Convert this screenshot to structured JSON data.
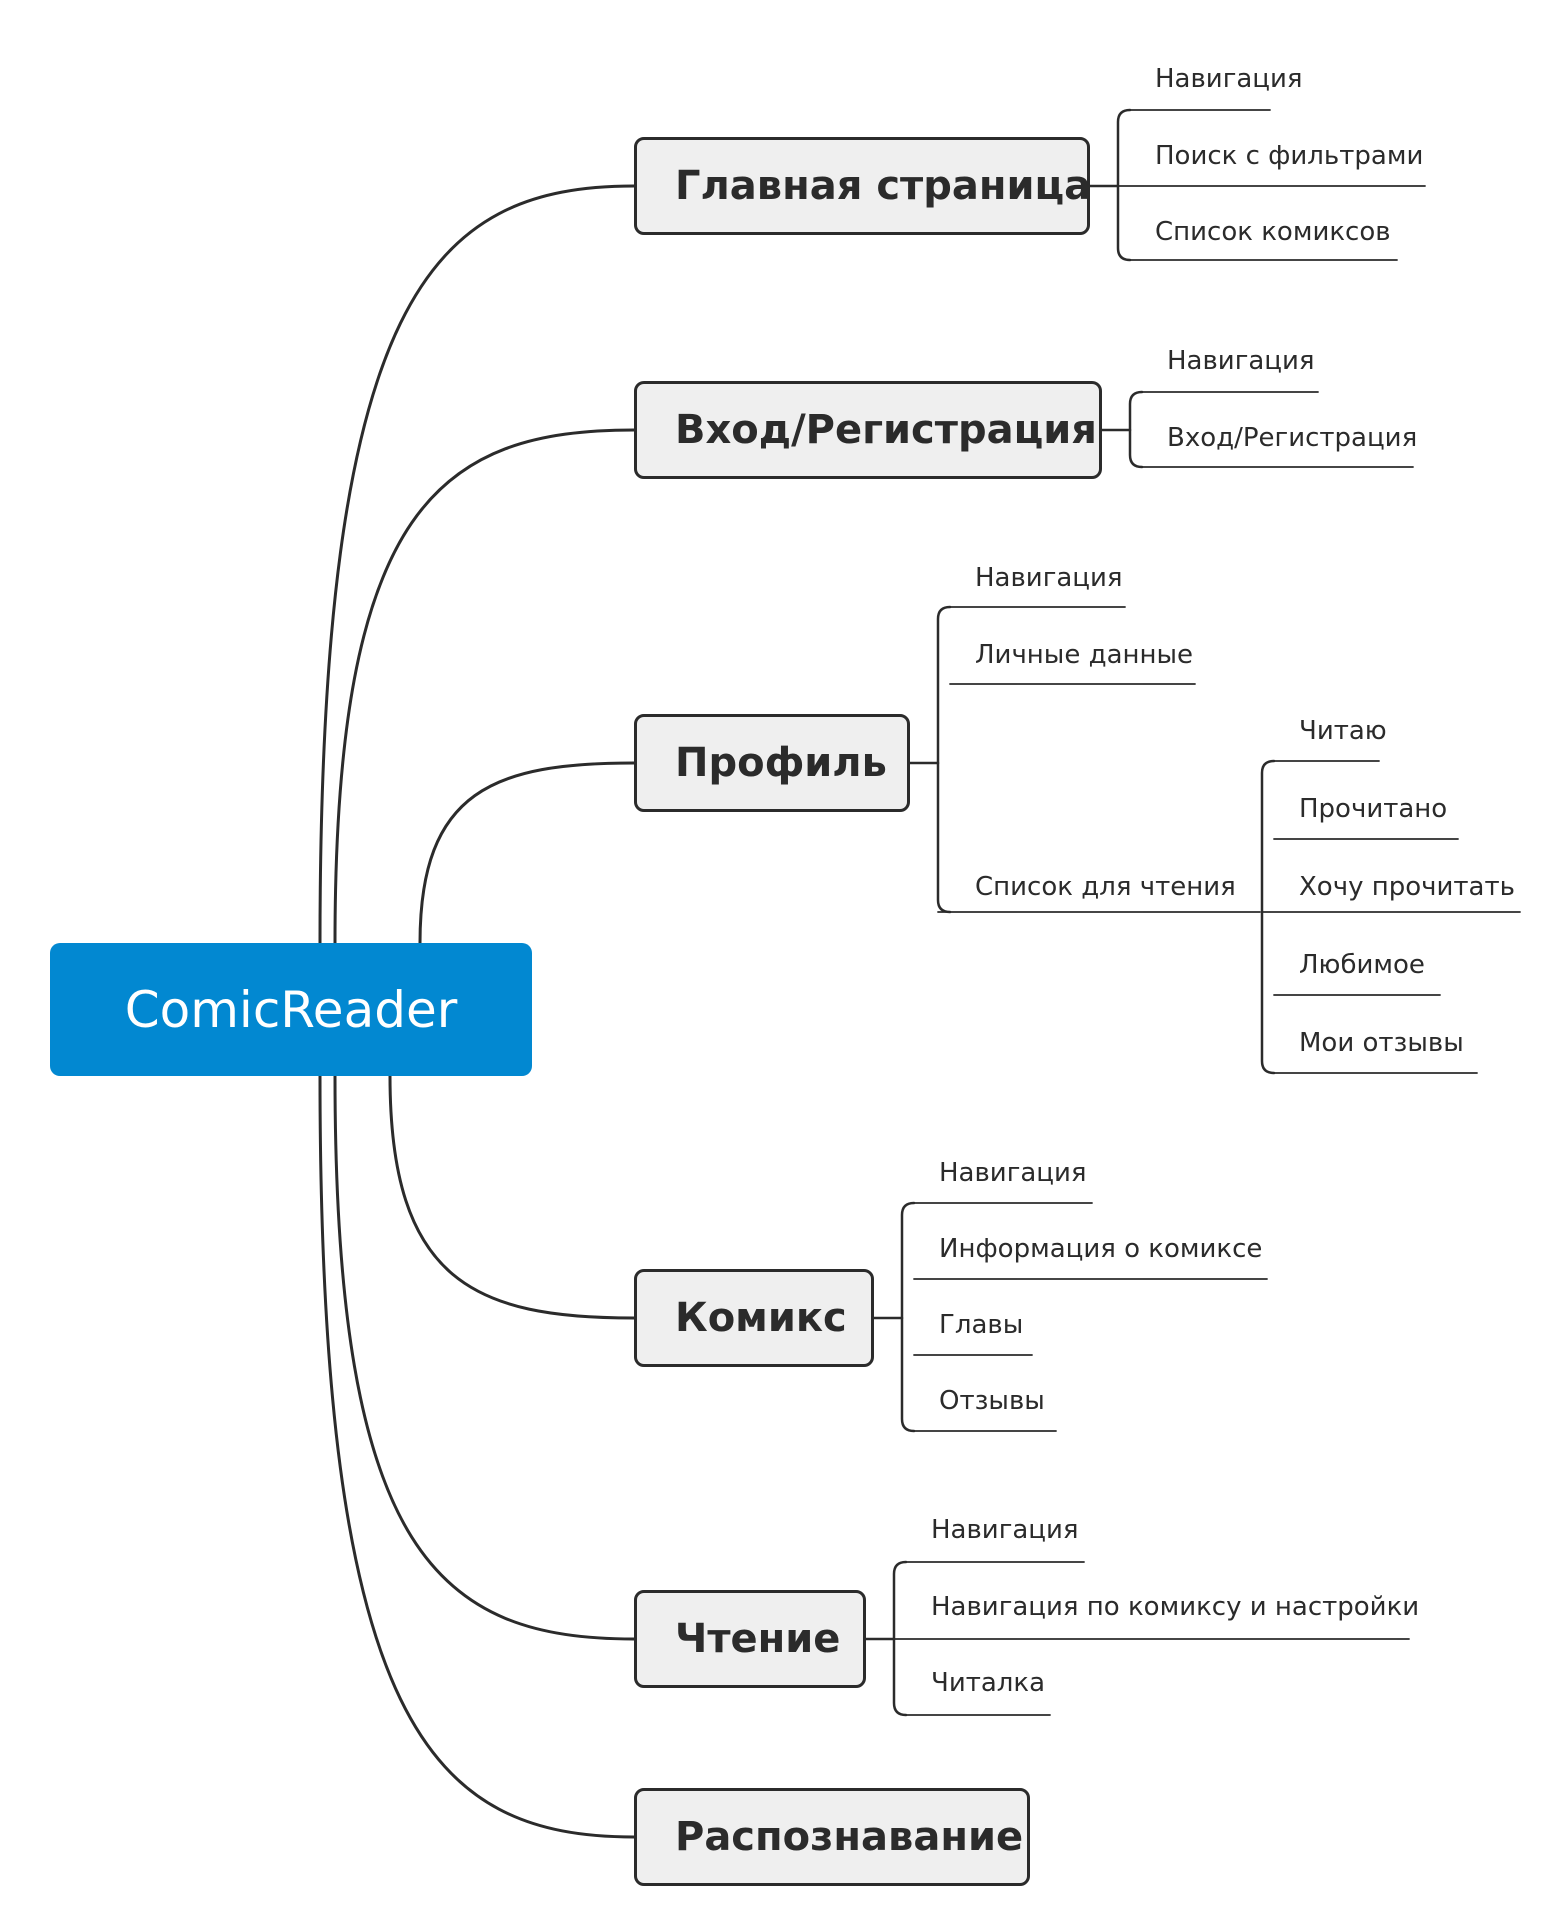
{
  "root": {
    "label": "ComicReader",
    "color": "#0288d1"
  },
  "line_color": "#2b2b2b",
  "branches": [
    {
      "label": "Главная страница",
      "children": [
        "Навигация",
        "Поиск с фильтрами",
        "Список комиксов"
      ]
    },
    {
      "label": "Вход/Регистрация",
      "children": [
        "Навигация",
        "Вход/Регистрация"
      ]
    },
    {
      "label": "Профиль",
      "children": [
        "Навигация",
        "Личные данные",
        {
          "label": "Список для чтения",
          "children": [
            "Читаю",
            "Прочитано",
            "Хочу прочитать",
            "Любимое",
            "Мои отзывы"
          ]
        }
      ]
    },
    {
      "label": "Комикс",
      "children": [
        "Навигация",
        "Информация о комиксе",
        "Главы",
        "Отзывы"
      ]
    },
    {
      "label": "Чтение",
      "children": [
        "Навигация",
        "Навигация по комиксу и настройки",
        "Читалка"
      ]
    },
    {
      "label": "Распознавание",
      "children": []
    }
  ]
}
